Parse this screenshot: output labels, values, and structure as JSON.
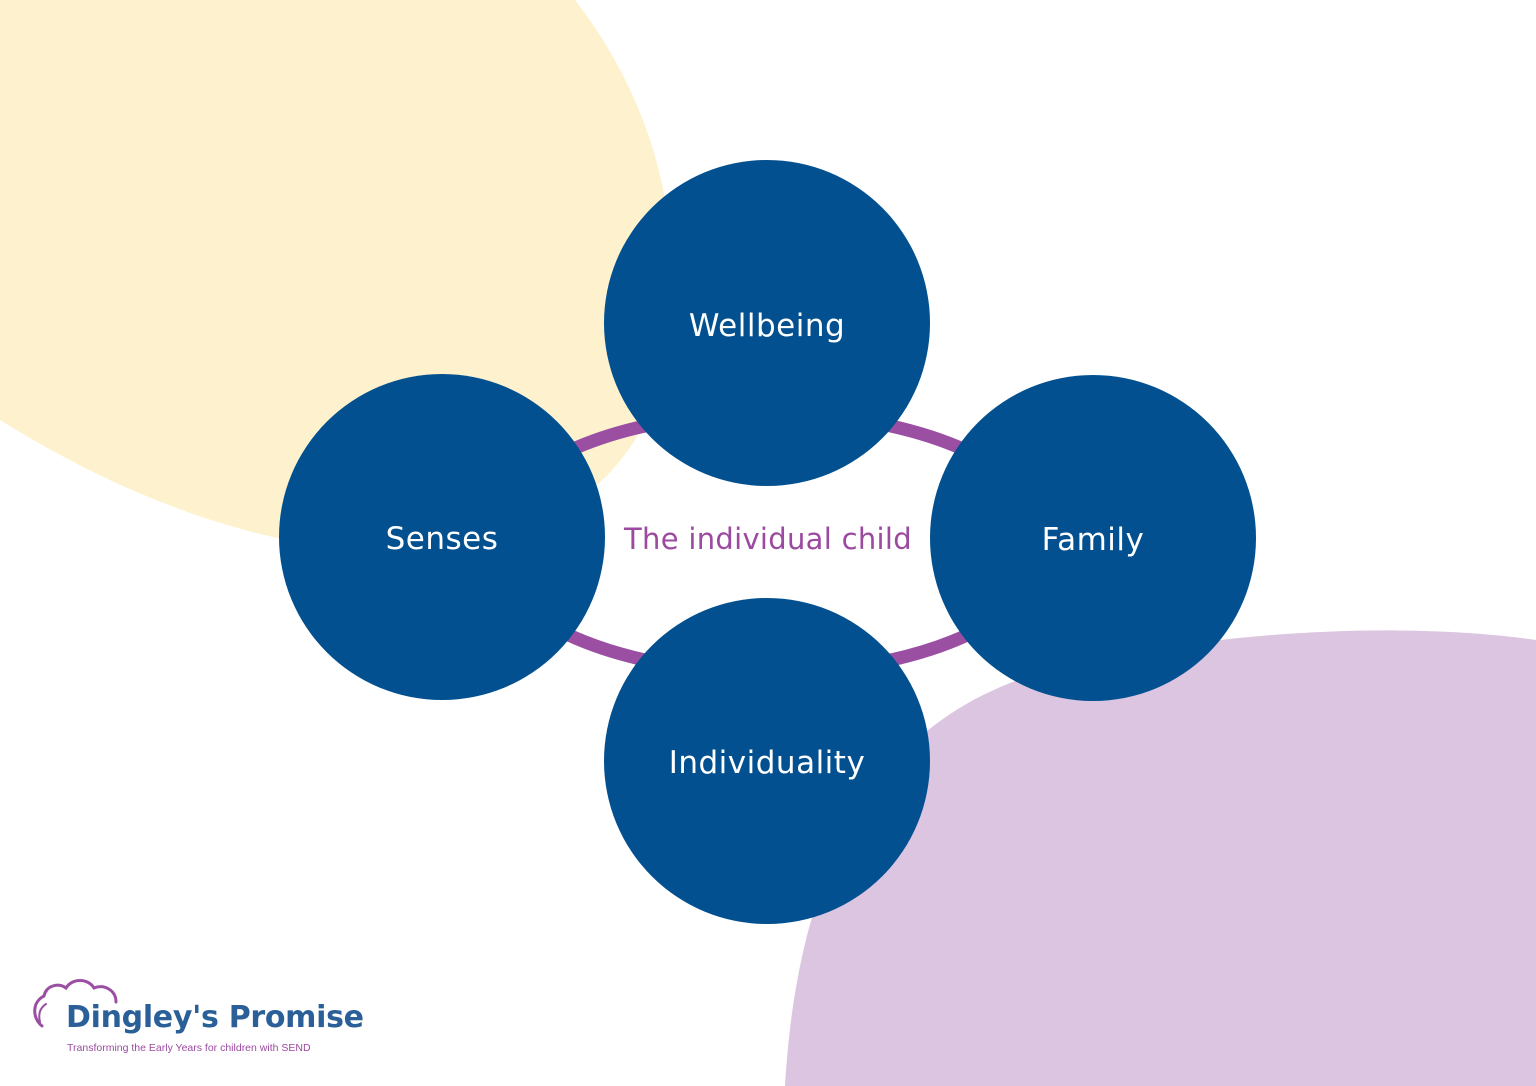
{
  "colors": {
    "background": "#ffffff",
    "yellow_blob": "#fdf2cd",
    "lilac_blob": "#dbc5e0",
    "node_fill": "#02508f",
    "ring": "#9a4fa3",
    "center_text": "#9b4aa0",
    "node_text": "#ffffff",
    "logo_name": "#2a5f98",
    "logo_mark": "#9a4fa3",
    "logo_tagline": "#9b4aa0"
  },
  "diagram": {
    "center_label": "The individual child",
    "nodes": [
      {
        "id": "wellbeing",
        "label": "Wellbeing"
      },
      {
        "id": "senses",
        "label": "Senses"
      },
      {
        "id": "family",
        "label": "Family"
      },
      {
        "id": "individuality",
        "label": "Individuality"
      }
    ]
  },
  "logo": {
    "name": "Dingley's Promise",
    "tagline": "Transforming the Early Years for children with SEND"
  }
}
